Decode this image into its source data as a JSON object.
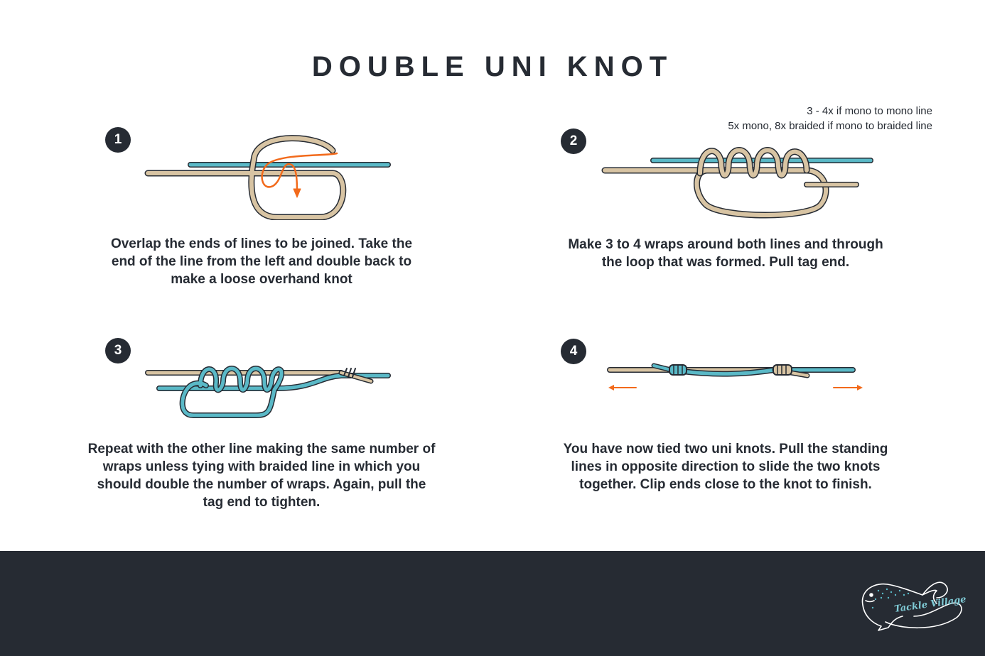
{
  "title": "DOUBLE UNI KNOT",
  "colors": {
    "dark": "#262b33",
    "tan_line": "#d8c4a3",
    "blue_line": "#5ab9c7",
    "accent_orange": "#f26a1b"
  },
  "note": {
    "line1": "3 - 4x if mono to mono line",
    "line2": "5x mono, 8x braided if mono to braided line"
  },
  "steps": [
    {
      "number": "1",
      "line1": "Overlap the ends of lines to be joined. Take the",
      "line2": "end of the line from the left and double back to",
      "line3": "make a loose overhand knot"
    },
    {
      "number": "2",
      "line1": "Make 3 to 4 wraps around both lines and through",
      "line2": "the loop that was formed. Pull tag end."
    },
    {
      "number": "3",
      "line1": "Repeat with the other line making the same number of",
      "line2": "wraps unless tying with braided line in which you",
      "line3": "should double the number of wraps. Again, pull the",
      "line4": "tag end to tighten."
    },
    {
      "number": "4",
      "line1": "You have now tied two uni knots. Pull the standing",
      "line2": "lines in opposite direction to slide the two knots",
      "line3": "together. Clip ends close to the knot to finish."
    }
  ],
  "logo": {
    "text": "Tackle Village",
    "icon": "trout-fish-icon"
  }
}
